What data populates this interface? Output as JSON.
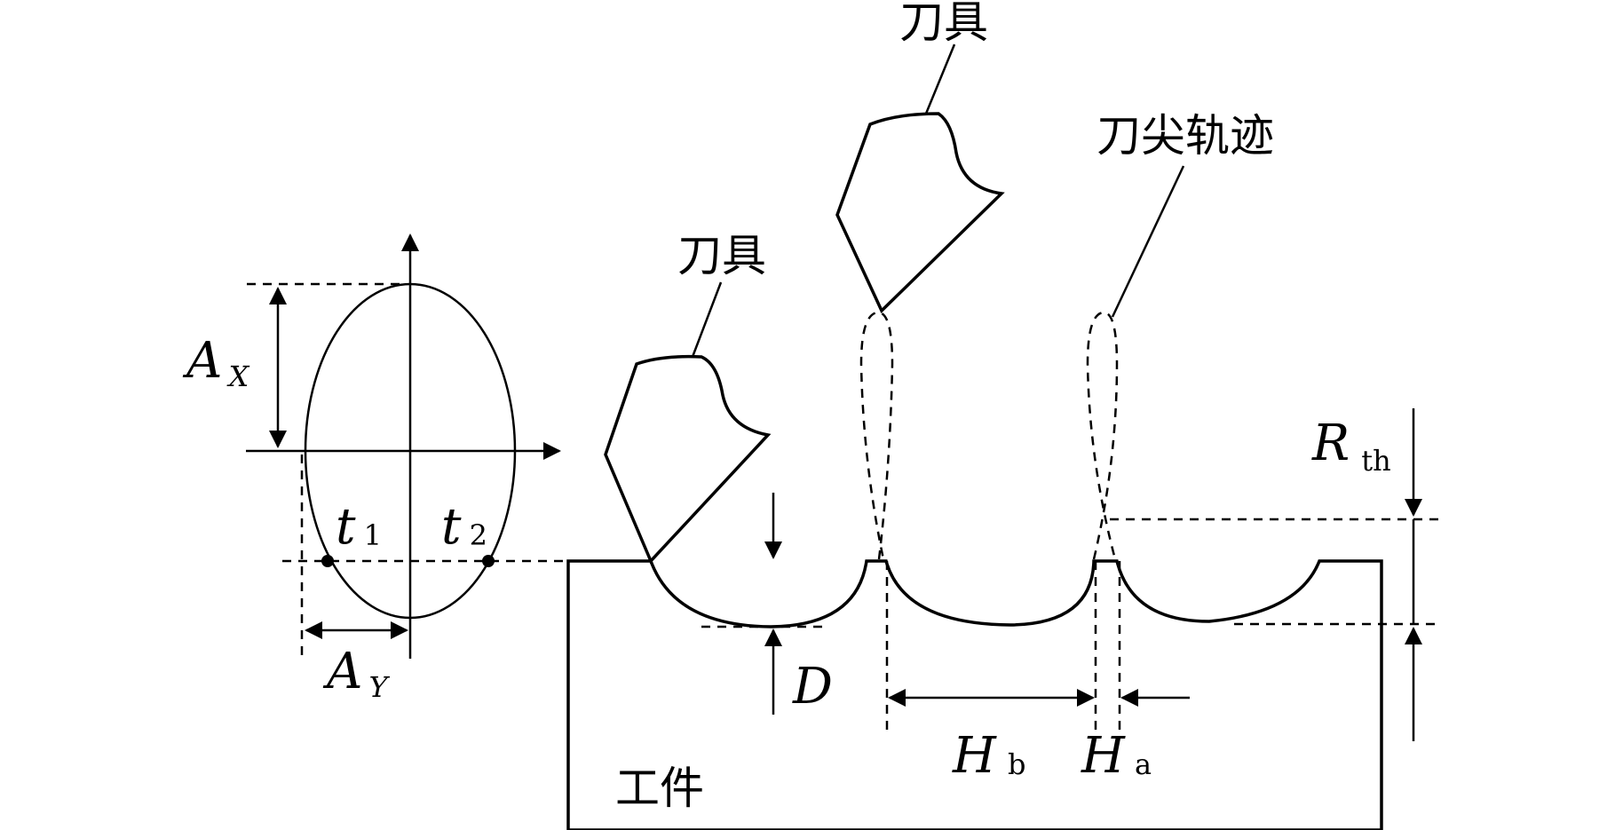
{
  "labels": {
    "tool_top": "刀具",
    "tool_left": "刀具",
    "tip_trajectory": "刀尖轨迹",
    "workpiece": "工件",
    "ax": {
      "main": "A",
      "sub": "X"
    },
    "ay": {
      "main": "A",
      "sub": "Y"
    },
    "t1": {
      "main": "t",
      "sub": "1"
    },
    "t2": {
      "main": "t",
      "sub": "2"
    },
    "d": "D",
    "hb": {
      "main": "H",
      "sub": "b"
    },
    "ha": {
      "main": "H",
      "sub": "a"
    },
    "rth": {
      "main": "R",
      "sub": "th"
    }
  },
  "colors": {
    "stroke": "#000000",
    "background": "#ffffff"
  }
}
